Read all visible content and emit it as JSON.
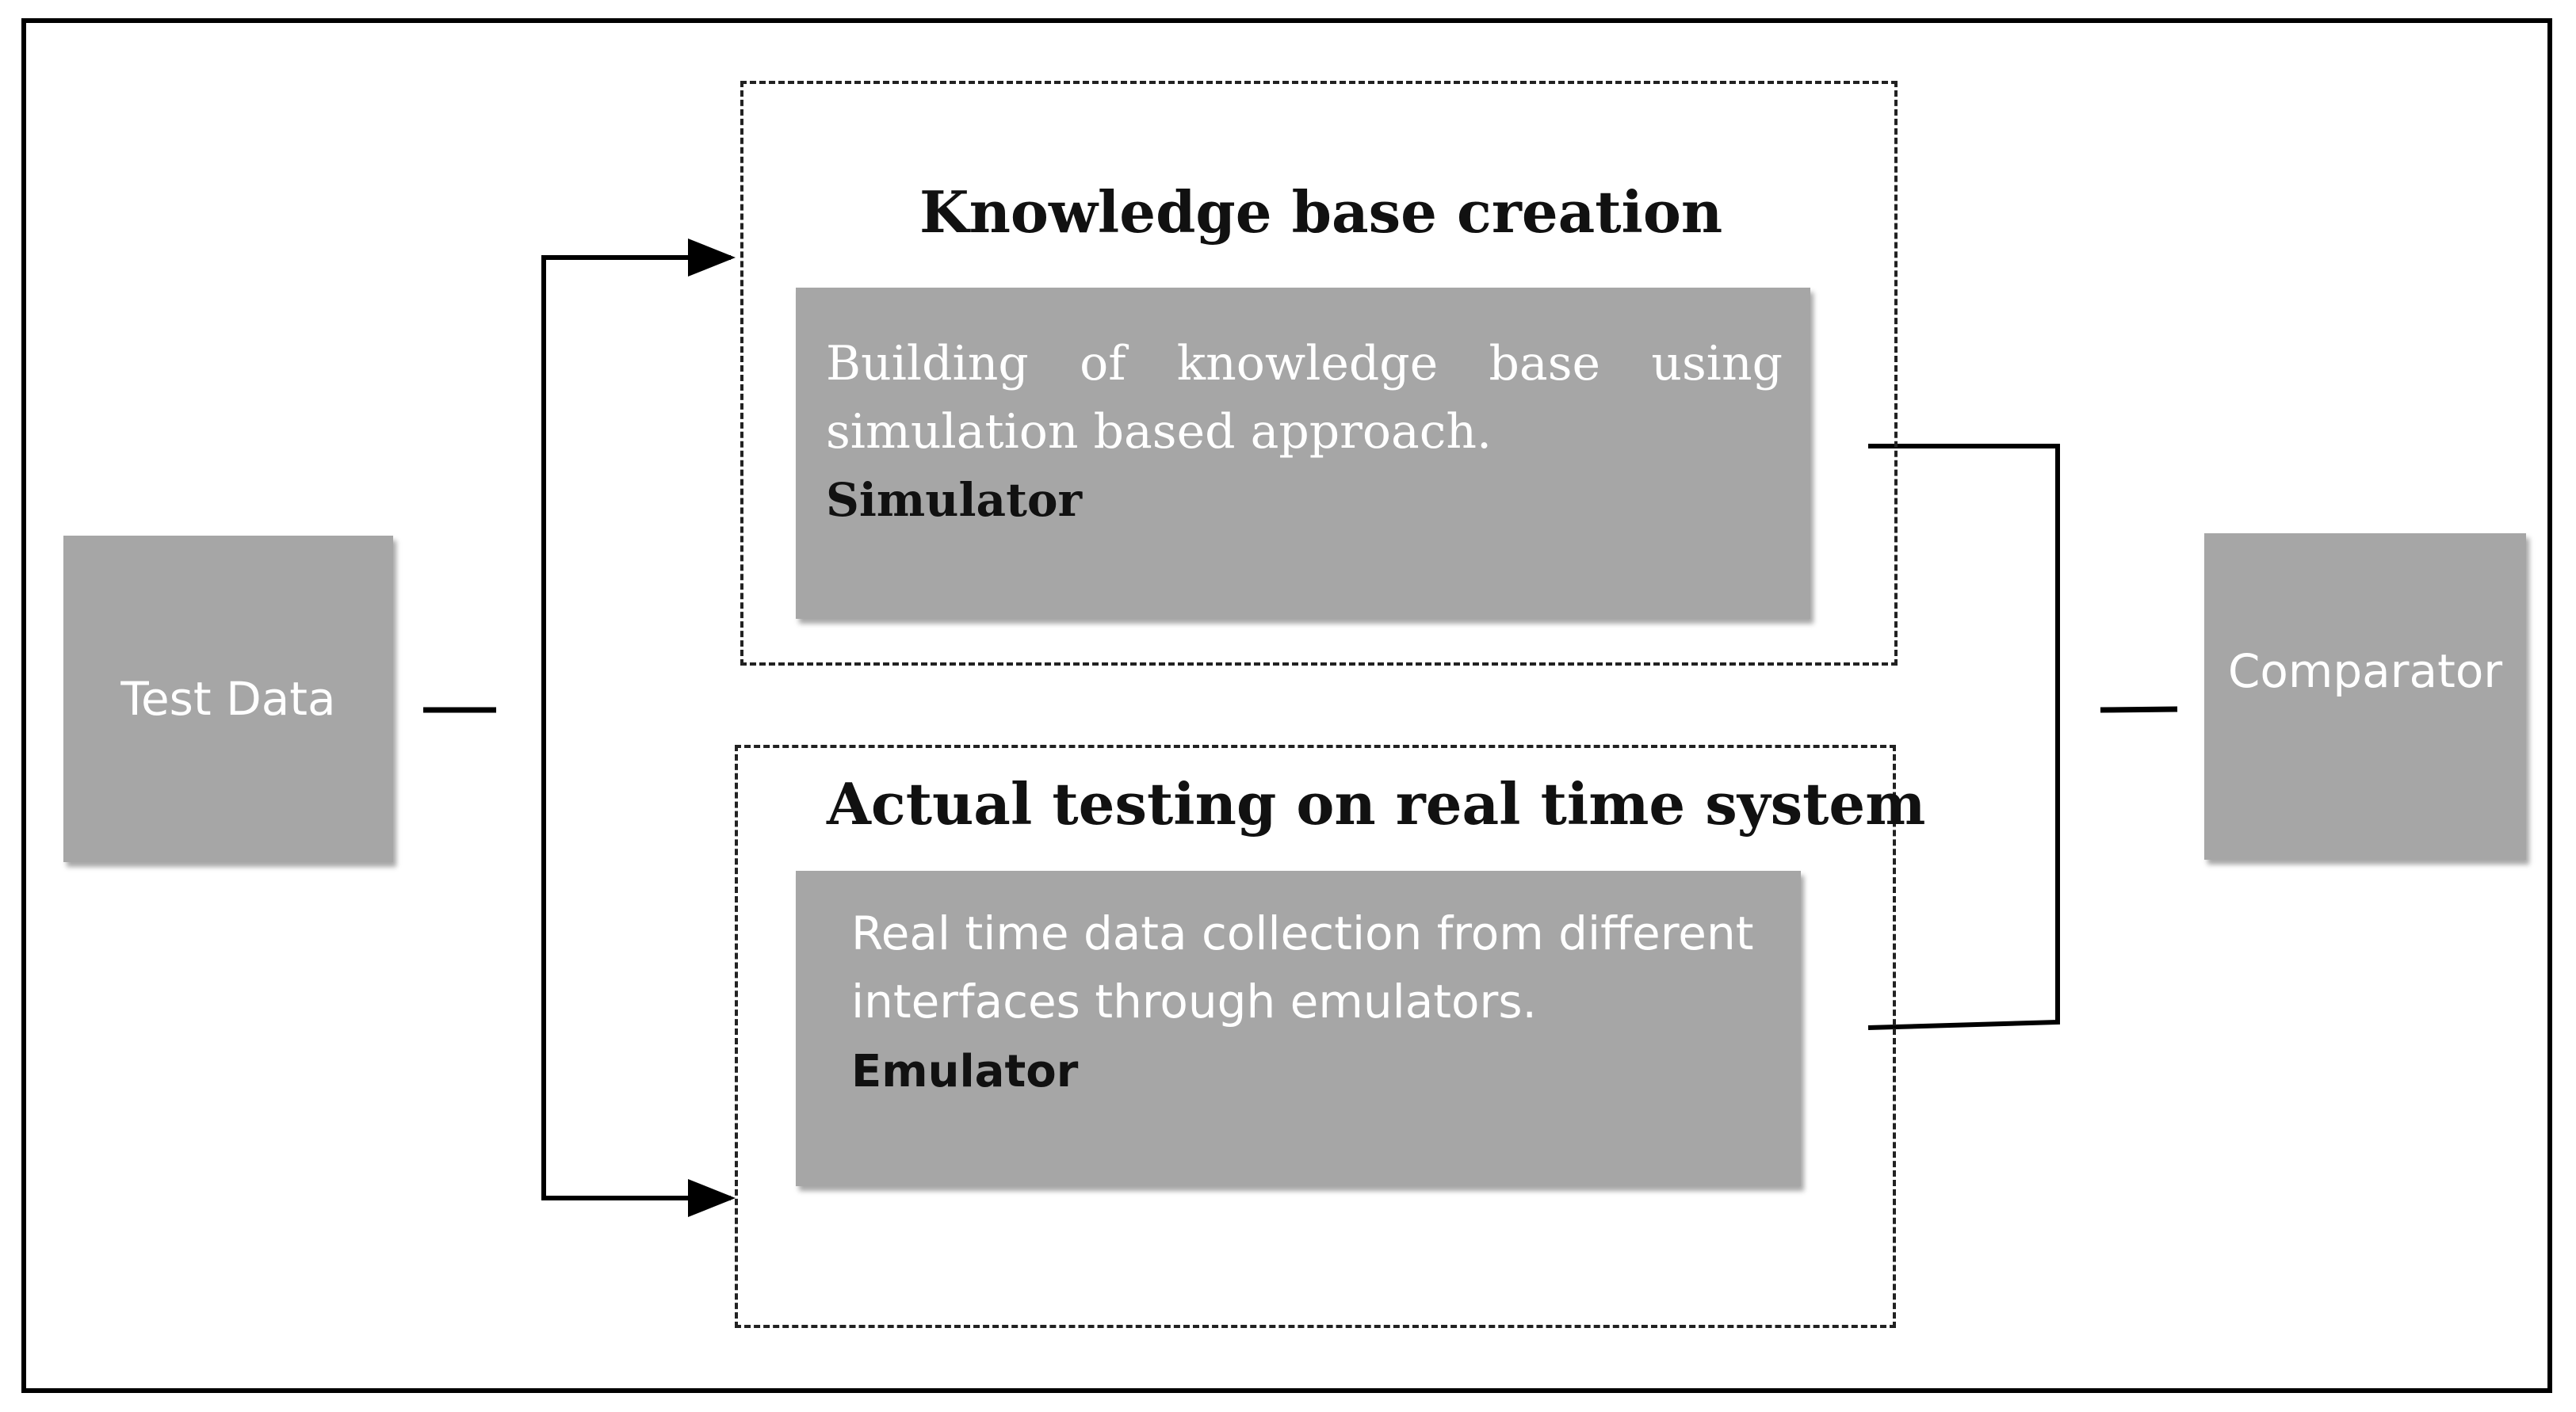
{
  "nodes": {
    "test_data": {
      "label": "Test Data"
    },
    "comparator": {
      "label": "Comparator"
    }
  },
  "groups": {
    "knowledge_base": {
      "title": "Knowledge base creation",
      "description": "Building of knowledge base using simulation based approach.",
      "component": "Simulator"
    },
    "real_time": {
      "title": "Actual testing on real time system",
      "description": "Real time data collection from different interfaces through emulators.",
      "component": "Emulator"
    }
  },
  "colors": {
    "box_fill": "#a6a6a6",
    "box_text": "#ffffff",
    "label_text": "#111111",
    "line": "#000000"
  }
}
